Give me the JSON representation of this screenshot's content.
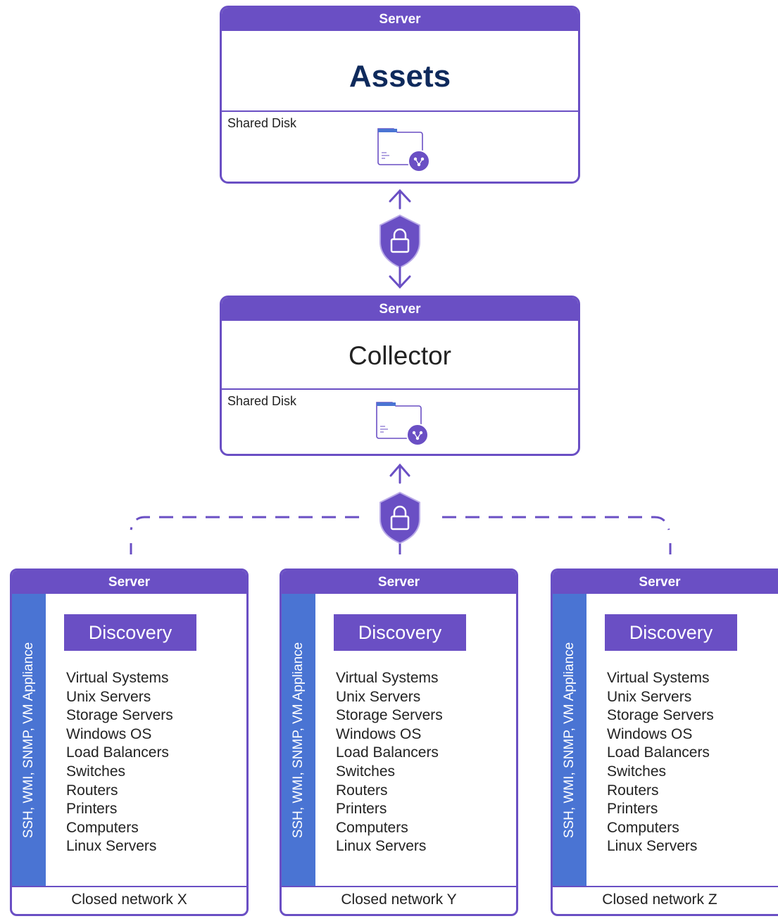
{
  "assets_server": {
    "header": "Server",
    "title": "Assets",
    "disk_label": "Shared Disk"
  },
  "collector_server": {
    "header": "Server",
    "title": "Collector",
    "disk_label": "Shared Disk"
  },
  "discovery_servers": [
    {
      "header": "Server",
      "protocols": "SSH, WMI, SNMP, VM Appliance",
      "button": "Discovery",
      "devices": [
        "Virtual Systems",
        "Unix Servers",
        "Storage Servers",
        "Windows OS",
        "Load Balancers",
        "Switches",
        "Routers",
        "Printers",
        "Computers",
        "Linux Servers"
      ],
      "network": "Closed network X"
    },
    {
      "header": "Server",
      "protocols": "SSH, WMI, SNMP, VM Appliance",
      "button": "Discovery",
      "devices": [
        "Virtual Systems",
        "Unix Servers",
        "Storage Servers",
        "Windows OS",
        "Load Balancers",
        "Switches",
        "Routers",
        "Printers",
        "Computers",
        "Linux Servers"
      ],
      "network": "Closed network Y"
    },
    {
      "header": "Server",
      "protocols": "SSH, WMI, SNMP, VM Appliance",
      "button": "Discovery",
      "devices": [
        "Virtual Systems",
        "Unix Servers",
        "Storage Servers",
        "Windows OS",
        "Load Balancers",
        "Switches",
        "Routers",
        "Printers",
        "Computers",
        "Linux Servers"
      ],
      "network": "Closed network Z"
    }
  ],
  "colors": {
    "accent_purple": "#6a4fc4",
    "protocol_blue": "#4a74d3",
    "assets_title": "#0f2a5c"
  },
  "icons": [
    "shared-disk-folder-icon",
    "shield-lock-icon",
    "chevron-up-icon",
    "chevron-down-icon"
  ]
}
